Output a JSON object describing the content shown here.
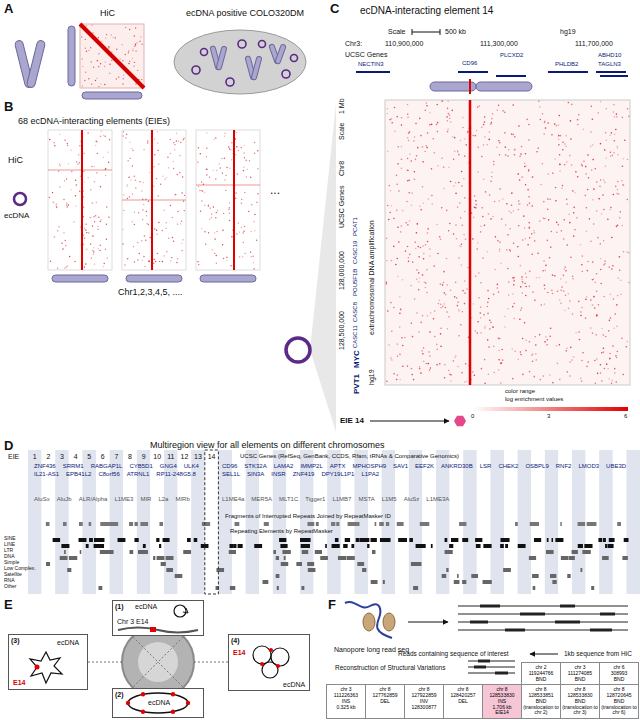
{
  "diagram": {
    "nodes": [
      {
        "text": [
          "(1)",
          "ecDNA",
          "Chr 3 E14"
        ]
      },
      {
        "text": [
          "(2)",
          "ecDNA"
        ]
      },
      {
        "text": [
          "(3)",
          "ecDNA",
          "E14"
        ]
      },
      {
        "text": [
          "(4)",
          "E14",
          "ecDNA"
        ]
      },
      {
        "text": [
          "chr 2",
          "119244766",
          "BND"
        ]
      },
      {
        "text": [
          "chr 3",
          "111274085",
          "BND"
        ]
      },
      {
        "text": [
          "chr 6",
          "308993",
          "BND"
        ]
      },
      {
        "text": [
          "chr 3",
          "111226363",
          "INS",
          "0.325 kb"
        ]
      },
      {
        "text": [
          "chr 8",
          "127762859",
          "DEL"
        ]
      },
      {
        "text": [
          "chr 8",
          "127922859",
          "INV",
          "128300877"
        ]
      },
      {
        "text": [
          "chr 8",
          "128420257",
          "DEL"
        ]
      },
      {
        "text": [
          "chr 8",
          "128533830",
          "INS",
          "1.706 kb",
          "EIE14"
        ]
      },
      {
        "text": [
          "chr 8",
          "128533851",
          "BND",
          "(translocation to chr 2)"
        ]
      },
      {
        "text": [
          "chr 8",
          "128533830",
          "BND",
          "(translocation to chr 3)"
        ]
      },
      {
        "text": [
          "chr 8",
          "128720645",
          "BND",
          "(translocation to chr 6)"
        ]
      }
    ],
    "labels": [
      "A",
      "HiC",
      "ecDNA positive COLO320DM",
      "B",
      "68 ecDNA-interacting elements (EIEs)",
      "HiC",
      "ecDNA",
      "...",
      "Chr1,2,3,4,5, ....",
      "C",
      "ecDNA-interacting element 14",
      "Scale",
      "500 kb",
      "hg19",
      "Chr3:",
      "110,900,000",
      "111,300,000",
      "111,700,000",
      "UCSC Genes",
      "NECTIN3",
      "CD96",
      "PLCXD2",
      "ABHD10",
      "PHLDB2",
      "TAGLN3",
      "Scale",
      "1 Mb",
      "Chr8",
      "UCSC Genes",
      "128,000,000",
      "128,500,000",
      "PCAT1",
      "CASC19",
      "POU5F1B",
      "CASC8",
      "CASC11",
      "MYC",
      "PVT1",
      "extrachromosomal DNA amplification",
      "hg19",
      "color range",
      "log enrichment values",
      "0",
      "3",
      "6",
      "EIE 14",
      "D",
      "Multiregion view for all elements on different chromosomes",
      "EIE",
      "1",
      "2",
      "3",
      "4",
      "5",
      "6",
      "7",
      "8",
      "9",
      "10",
      "11",
      "12",
      "13",
      "14",
      "UCSC Genes (RefSeq, GenBank, CCDS, Rfam, tRNAs & Comparative Genomics)",
      "ZNF436",
      "SRRM1",
      "RABGAP1L",
      "CYB5D1",
      "GNG4",
      "ULK4",
      "CD96",
      "STK32A",
      "LAMA2",
      "IMMP2L",
      "APTX",
      "MPHOSPH9",
      "SAV1",
      "EEF2K",
      "ANKRD30B",
      "LSR",
      "CHEK2",
      "OSBPL9",
      "RNF2",
      "LMOD3",
      "UBE3D",
      "IL21-AS1",
      "EPB41L2",
      "C8orf56",
      "ATRNL1",
      "RP11-248G5.8",
      "SEL1L",
      "SIN3A",
      "INSR",
      "ZNF419",
      "DPY19L1P1",
      "L1PA2",
      "AluSx",
      "AluJb",
      "ALR/Alpha",
      "L1ME3",
      "MIR",
      "L2a",
      "MIRb",
      "L1ME4a",
      "MER5A",
      "MLT1C",
      "Tigger1",
      "L1MB7",
      "MSTA",
      "L1M5",
      "AluSz",
      "L1ME3A",
      "Fragments of Interrupted Repeats Joined by RepeatMasker ID",
      "Repeating Elements by RepeatMasker",
      "SINE",
      "LINE",
      "LTR",
      "DNA",
      "Simple",
      "Low Complex.",
      "Satellite",
      "RNA",
      "Other",
      "E",
      "F",
      "Nanopore long read seq",
      "Reads containing sequence of interest",
      "1kb sequence from HiC",
      "Reconstruction of Structural Variations"
    ]
  }
}
